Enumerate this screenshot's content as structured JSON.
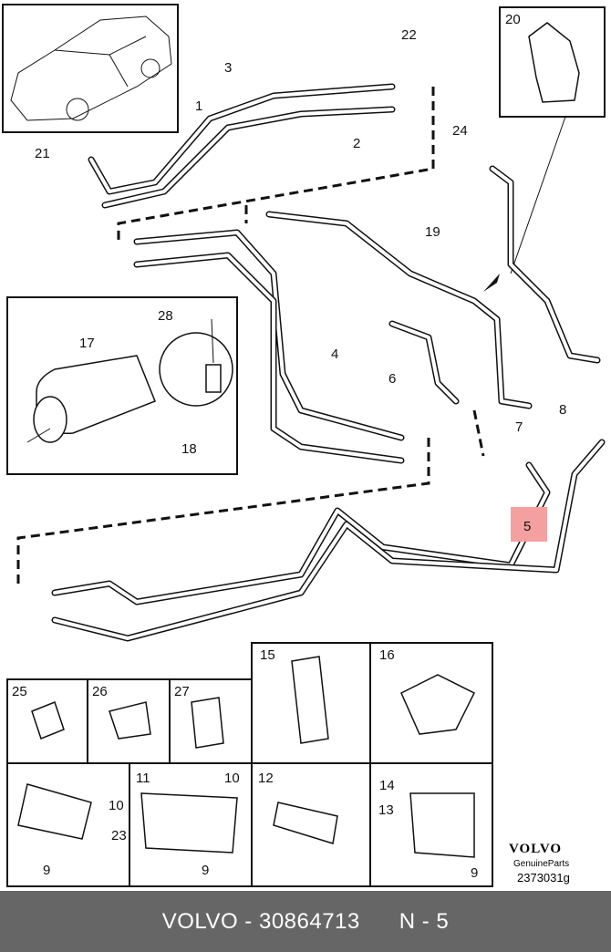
{
  "callouts": {
    "c22": "22",
    "c3": "3",
    "c1": "1",
    "c2": "2",
    "c21": "21",
    "c24": "24",
    "c20": "20",
    "c19": "19",
    "c28": "28",
    "c17": "17",
    "c18": "18",
    "c4": "4",
    "c6": "6",
    "c7": "7",
    "c8": "8",
    "c5": "5",
    "c15": "15",
    "c16": "16",
    "c25": "25",
    "c26": "26",
    "c27": "27",
    "c11": "11",
    "c10a": "10",
    "c10b": "10",
    "c23": "23",
    "c9a": "9",
    "c9b": "9",
    "c12": "12",
    "c14": "14",
    "c13": "13",
    "c9c": "9"
  },
  "highlight_color": "#f4a0a0",
  "brand": {
    "logo": "VOLVO",
    "subtitle": "GenuineParts",
    "drawing_number": "2373031g"
  },
  "footer": {
    "part_label": "VOLVO - 30864713",
    "position_label": "N - 5"
  }
}
